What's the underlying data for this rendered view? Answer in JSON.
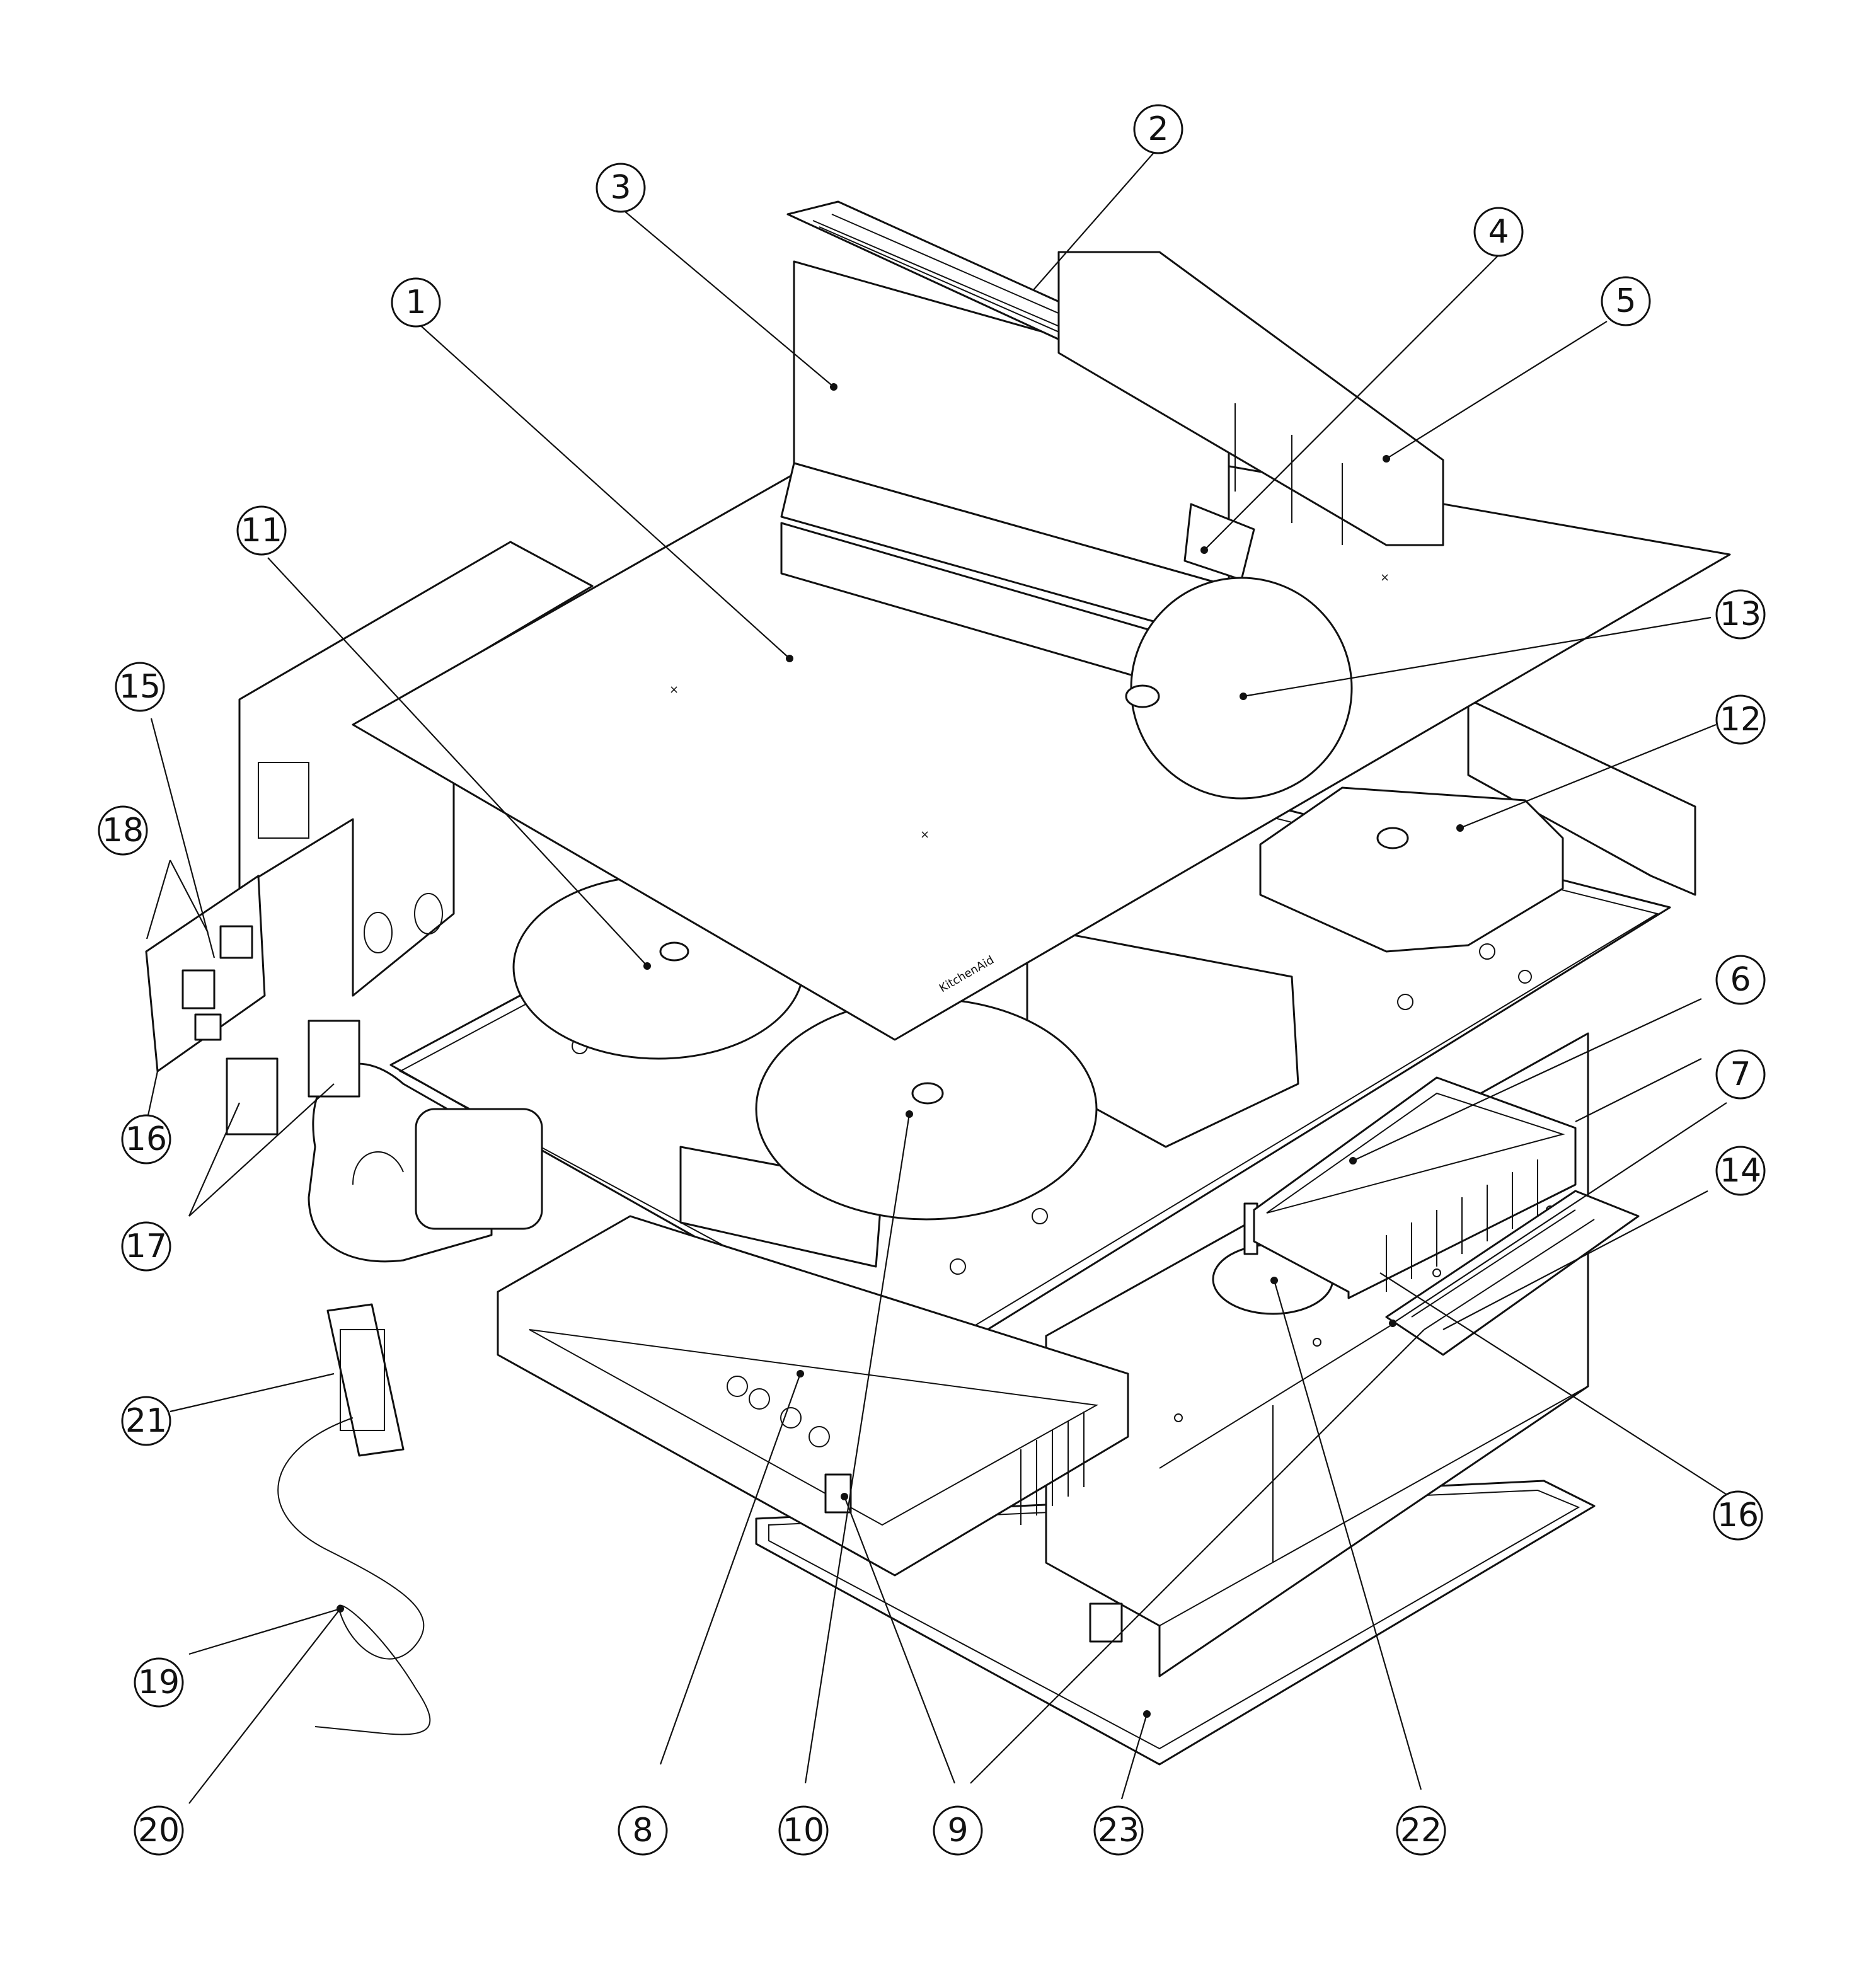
{
  "callouts": [
    {
      "id": "1",
      "label": "1"
    },
    {
      "id": "2",
      "label": "2"
    },
    {
      "id": "3",
      "label": "3"
    },
    {
      "id": "4",
      "label": "4"
    },
    {
      "id": "5",
      "label": "5"
    },
    {
      "id": "6",
      "label": "6"
    },
    {
      "id": "7",
      "label": "7"
    },
    {
      "id": "8",
      "label": "8"
    },
    {
      "id": "9",
      "label": "9"
    },
    {
      "id": "10",
      "label": "10"
    },
    {
      "id": "11",
      "label": "11"
    },
    {
      "id": "12",
      "label": "12"
    },
    {
      "id": "13",
      "label": "13"
    },
    {
      "id": "14",
      "label": "14"
    },
    {
      "id": "15",
      "label": "15"
    },
    {
      "id": "16a",
      "label": "16"
    },
    {
      "id": "16b",
      "label": "16"
    },
    {
      "id": "17",
      "label": "17"
    },
    {
      "id": "18",
      "label": "18"
    },
    {
      "id": "19",
      "label": "19"
    },
    {
      "id": "20",
      "label": "20"
    },
    {
      "id": "21",
      "label": "21"
    },
    {
      "id": "22",
      "label": "22"
    },
    {
      "id": "23",
      "label": "23"
    }
  ],
  "glass_marking": "KitchenAid"
}
